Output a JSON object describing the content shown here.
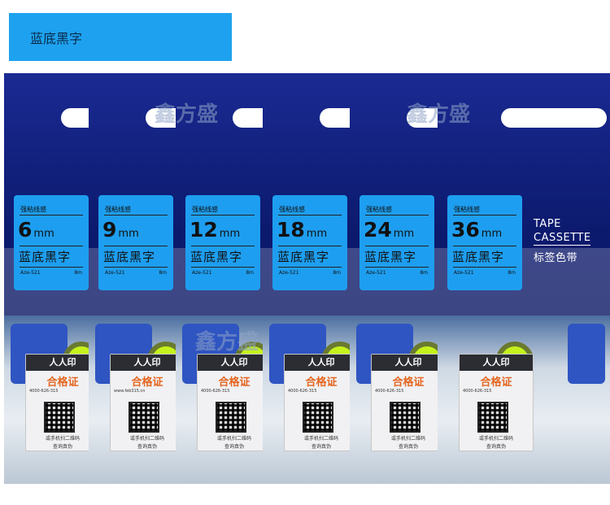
{
  "header": {
    "title": "蓝底黑字"
  },
  "strips": [
    {
      "adhesive": "强粘线感",
      "size": "6",
      "unit": "mm",
      "name": "蓝底黑字",
      "model": "Aze-521",
      "length": "8m"
    },
    {
      "adhesive": "强粘线感",
      "size": "9",
      "unit": "mm",
      "name": "蓝底黑字",
      "model": "Aze-521",
      "length": "8m"
    },
    {
      "adhesive": "强粘线感",
      "size": "12",
      "unit": "mm",
      "name": "蓝底黑字",
      "model": "Aze-521",
      "length": "8m"
    },
    {
      "adhesive": "强粘线感",
      "size": "18",
      "unit": "mm",
      "name": "蓝底黑字",
      "model": "Aze-521",
      "length": "8m"
    },
    {
      "adhesive": "强粘线感",
      "size": "24",
      "unit": "mm",
      "name": "蓝底黑字",
      "model": "Aze-521",
      "length": "8m"
    },
    {
      "adhesive": "强粘线感",
      "size": "36",
      "unit": "mm",
      "name": "蓝底黑字",
      "model": "Aze-521",
      "length": "8m"
    }
  ],
  "certificate": {
    "brand": "人人印",
    "title": "合格证",
    "phone": "4000-626-315",
    "site": "www.feb315.cn",
    "scan": "或手机扫二维码",
    "verify": "查询真伪"
  },
  "side_label": {
    "line1": "TAPE",
    "line2": "CASSETTE",
    "line3": "标签色带"
  },
  "watermark": "鑫方盛",
  "colors": {
    "header": "#1ea2ef",
    "package": "#0c1a6e",
    "label": "#1e9ef0",
    "cert_title": "#e4651f"
  }
}
